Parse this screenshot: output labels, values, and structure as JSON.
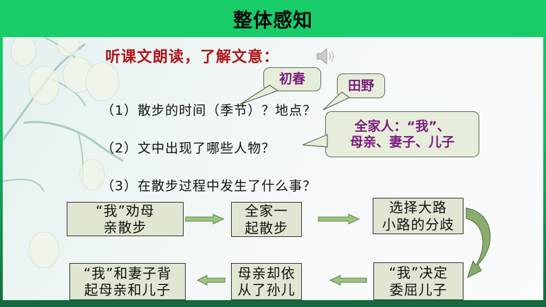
{
  "slide": {
    "title": "整体感知",
    "heading": "听课文朗读，了解文意：",
    "audio_icon": "speaker-icon",
    "questions": [
      "（1）散步的时间（季节）？地点？",
      "（2）文中出现了哪些人物？",
      "（3）在散步过程中发生了什么事？"
    ],
    "callouts": [
      {
        "text": "初春"
      },
      {
        "text": "田野"
      },
      {
        "line1": "全家人：“我”、",
        "line2": "母亲、妻子、儿子"
      }
    ],
    "flow": [
      {
        "line1": "“我”劝母",
        "line2": "亲散步"
      },
      {
        "line1": "全家一",
        "line2": "起散步"
      },
      {
        "line1": "选择大路",
        "line2": "小路的分歧"
      },
      {
        "line1": "“我”决定",
        "line2": "委屈儿子"
      },
      {
        "line1": "母亲却依",
        "line2": "从了孙儿"
      },
      {
        "line1": "“我”和妻子背",
        "line2": "起母亲和儿子"
      }
    ],
    "colors": {
      "title_bar": "#18cc6a",
      "heading": "#b0141c",
      "callout_text": "#7a1a7e",
      "callout_fill": "#e6eedb",
      "box_fill": "#dfe7d2",
      "arrow_fill": "#9fc47d",
      "bottom_bar": "#126b3c"
    }
  }
}
